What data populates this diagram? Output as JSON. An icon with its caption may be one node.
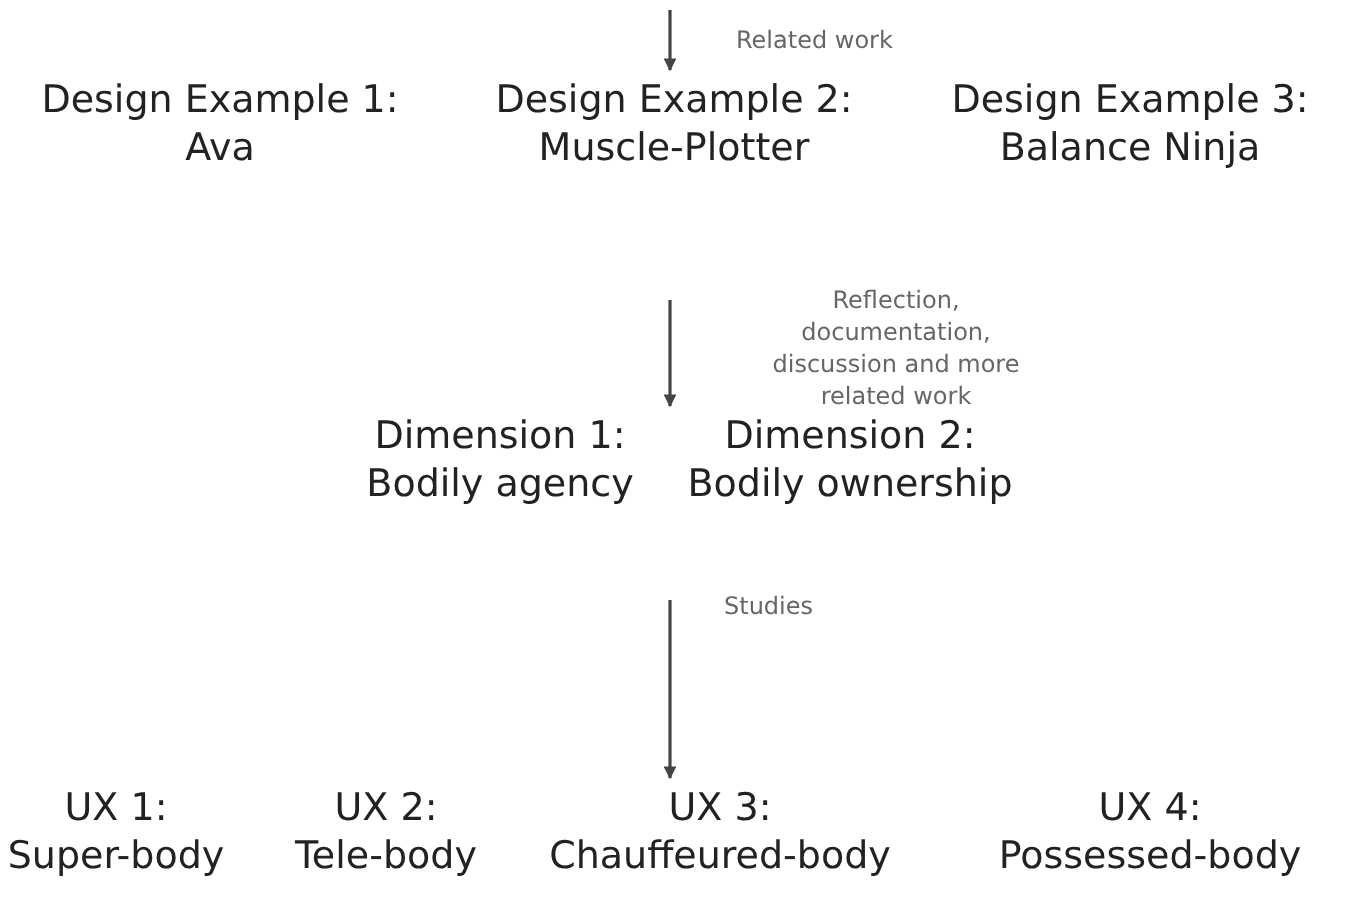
{
  "diagram": {
    "nodes": [
      {
        "text": [
          "Design Example 1:",
          "Ava"
        ]
      },
      {
        "text": [
          "Design Example 2:",
          "Muscle-Plotter"
        ]
      },
      {
        "text": [
          "Design Example 3:",
          "Balance Ninja"
        ]
      },
      {
        "text": [
          "Dimension 1:",
          "Bodily agency"
        ]
      },
      {
        "text": [
          "Dimension 2:",
          "Bodily ownership"
        ]
      },
      {
        "text": [
          "UX 1:",
          "Super-body"
        ]
      },
      {
        "text": [
          "UX 2:",
          "Tele-body"
        ]
      },
      {
        "text": [
          "UX 3:",
          "Chauffeured-body"
        ]
      },
      {
        "text": [
          "UX 4:",
          "Possessed-body"
        ]
      }
    ],
    "edges": [
      {
        "from": null,
        "to": 1,
        "arrow": "to",
        "label": "Related work"
      },
      {
        "from": null,
        "to": 4,
        "arrow": "to",
        "label": "Reflection, documentation, discussion and more related work"
      },
      {
        "from": null,
        "to": 7,
        "arrow": "to",
        "label": "Studies"
      }
    ]
  }
}
